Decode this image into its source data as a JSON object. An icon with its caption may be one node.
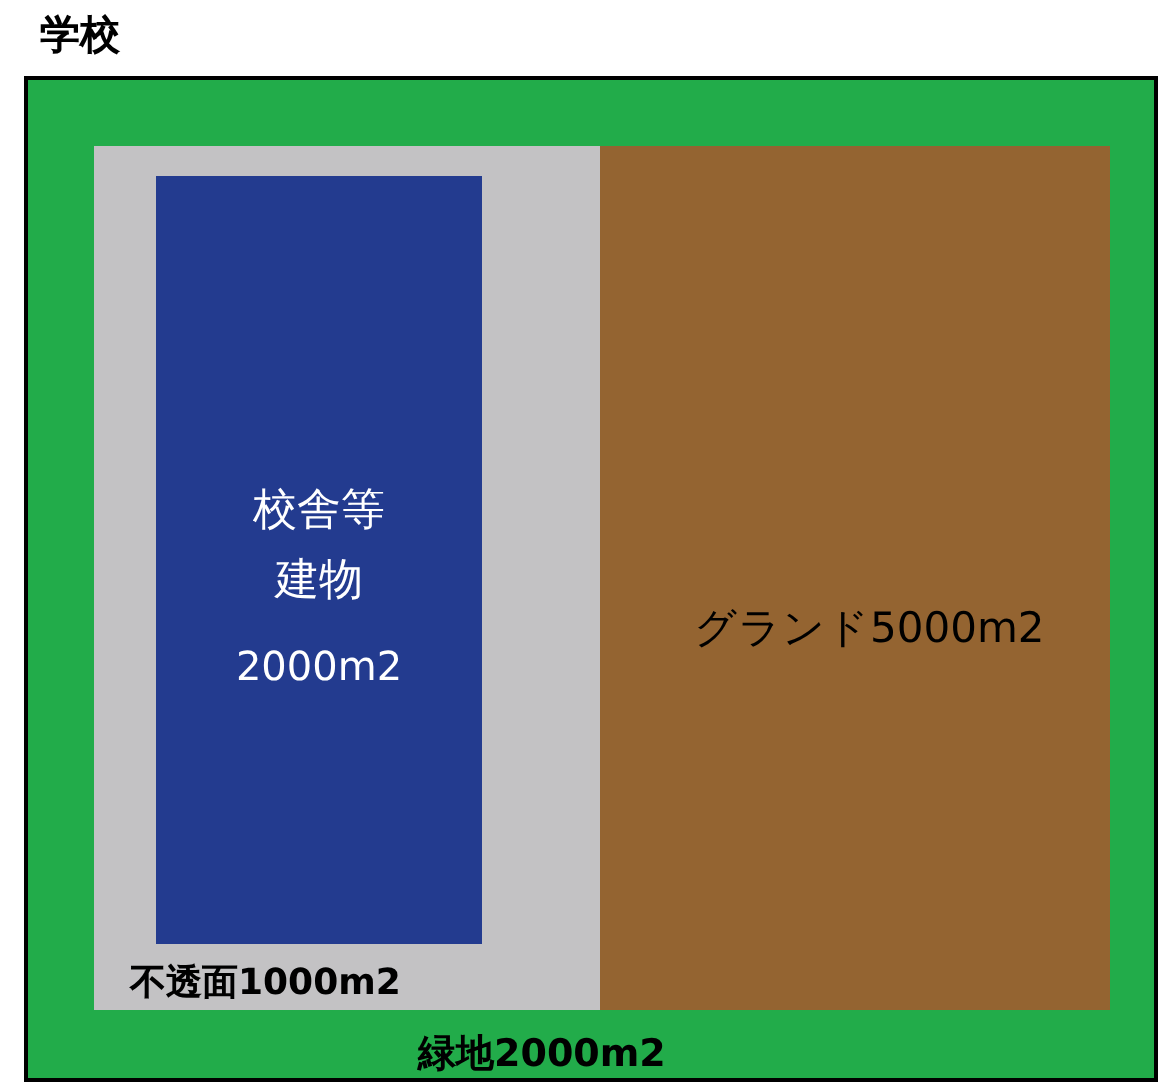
{
  "diagram": {
    "nodes": [
      {
        "text": [
          "学校",
          "緑地2000m2"
        ]
      },
      {
        "text": [
          "不透面1000m2"
        ],
        "in": 0
      },
      {
        "text": [
          "校舎等建物",
          "2000m2"
        ],
        "in": 1
      },
      {
        "text": [
          "グランド5000m2"
        ],
        "in": 0
      }
    ]
  }
}
